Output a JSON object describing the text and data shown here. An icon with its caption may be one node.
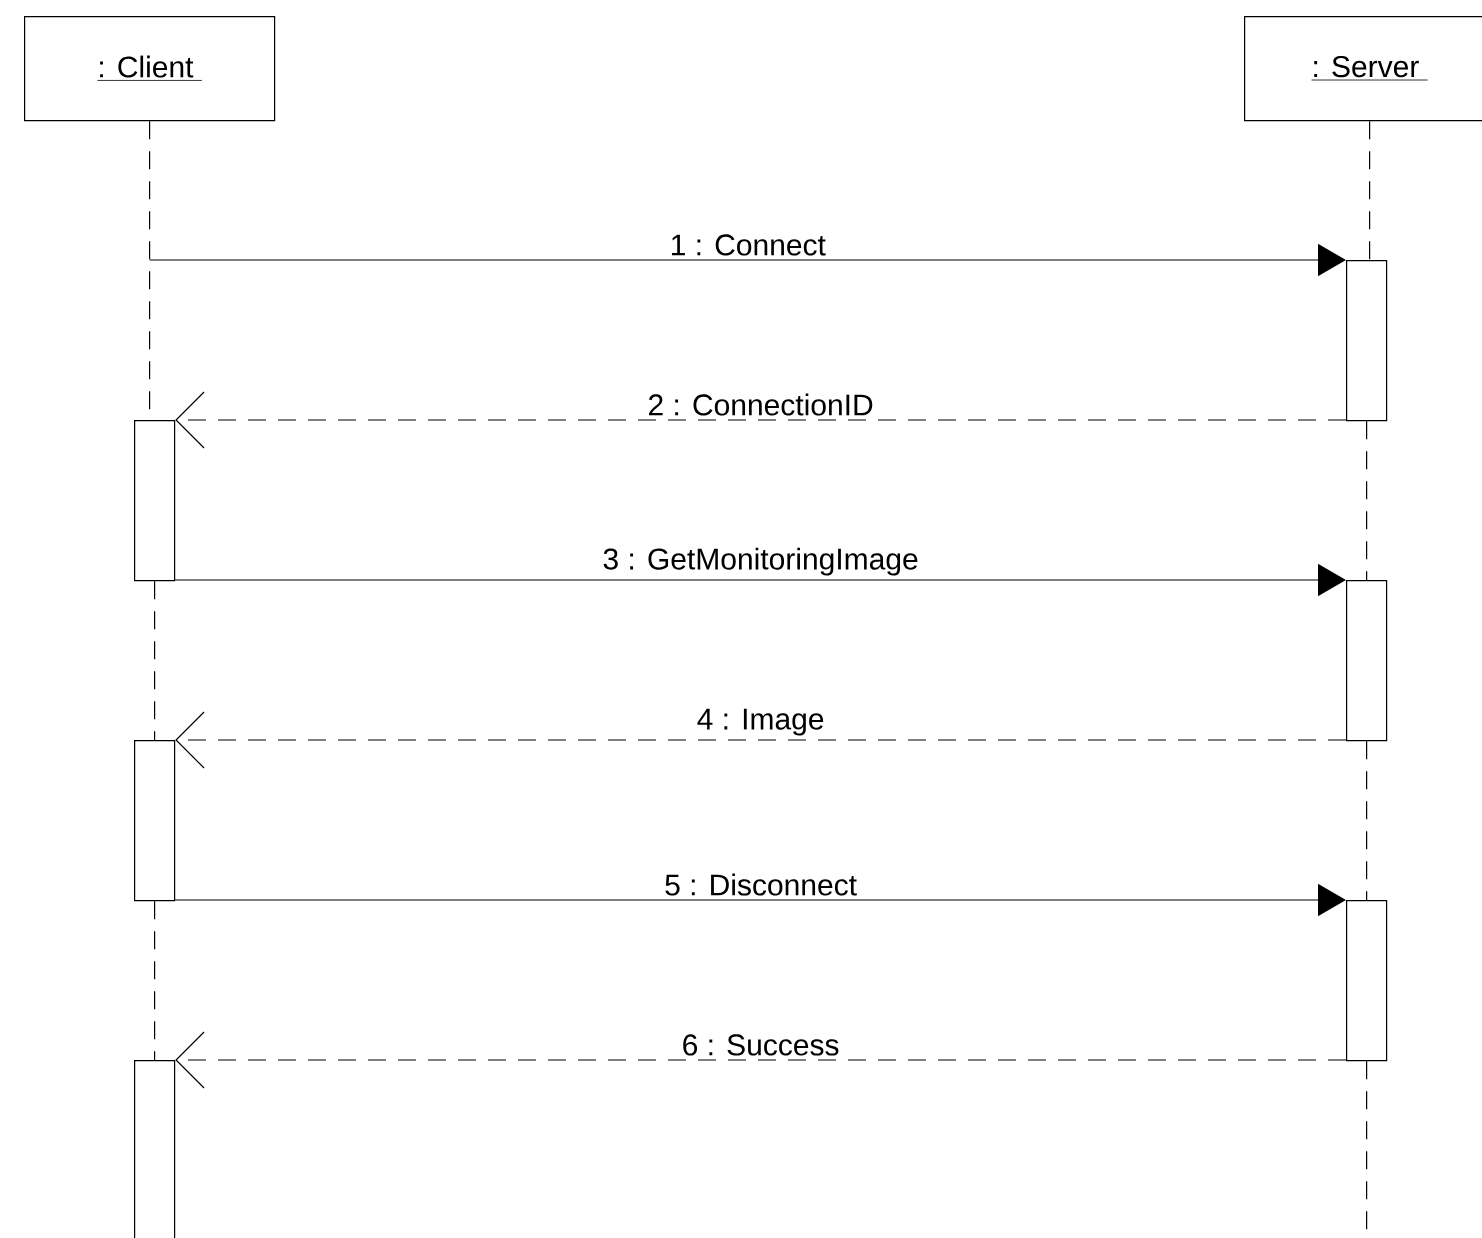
{
  "diagram": {
    "nodes": [
      {
        "text": [
          ": Client"
        ]
      },
      {
        "text": [
          ": Server"
        ]
      },
      {
        "text": [],
        "shape": "bar"
      },
      {
        "text": [],
        "shape": "bar"
      },
      {
        "text": [],
        "shape": "bar"
      },
      {
        "text": [],
        "shape": "bar"
      },
      {
        "text": [],
        "shape": "bar"
      },
      {
        "text": [],
        "shape": "bar"
      }
    ],
    "edges": [
      {
        "from": 0,
        "to": 2,
        "arrow": "to",
        "label": "1 : Connect"
      },
      {
        "from": 2,
        "to": 3,
        "arrow": "to",
        "label": "2 : ConnectionID",
        "style": "dashed"
      },
      {
        "from": 3,
        "to": 4,
        "arrow": "to",
        "label": "3 : GetMonitoringImage"
      },
      {
        "from": 4,
        "to": 5,
        "arrow": "to",
        "label": "4 : Image",
        "style": "dashed"
      },
      {
        "from": 5,
        "to": 6,
        "arrow": "to",
        "label": "5 : Disconnect"
      },
      {
        "from": 6,
        "to": 7,
        "arrow": "to",
        "label": "6 : Success",
        "style": "dashed"
      },
      {
        "from": 0,
        "to": 3,
        "arrow": "none",
        "style": "dashed"
      },
      {
        "from": 3,
        "to": 5,
        "arrow": "none",
        "style": "dashed"
      },
      {
        "from": 5,
        "to": 7,
        "arrow": "none",
        "style": "dashed"
      },
      {
        "from": 1,
        "to": 2,
        "arrow": "none",
        "style": "dashed"
      },
      {
        "from": 2,
        "to": 4,
        "arrow": "none",
        "style": "dashed"
      },
      {
        "from": 4,
        "to": 6,
        "arrow": "none",
        "style": "dashed"
      },
      {
        "from": 6,
        "to": null,
        "arrow": "none",
        "style": "dashed"
      }
    ]
  }
}
